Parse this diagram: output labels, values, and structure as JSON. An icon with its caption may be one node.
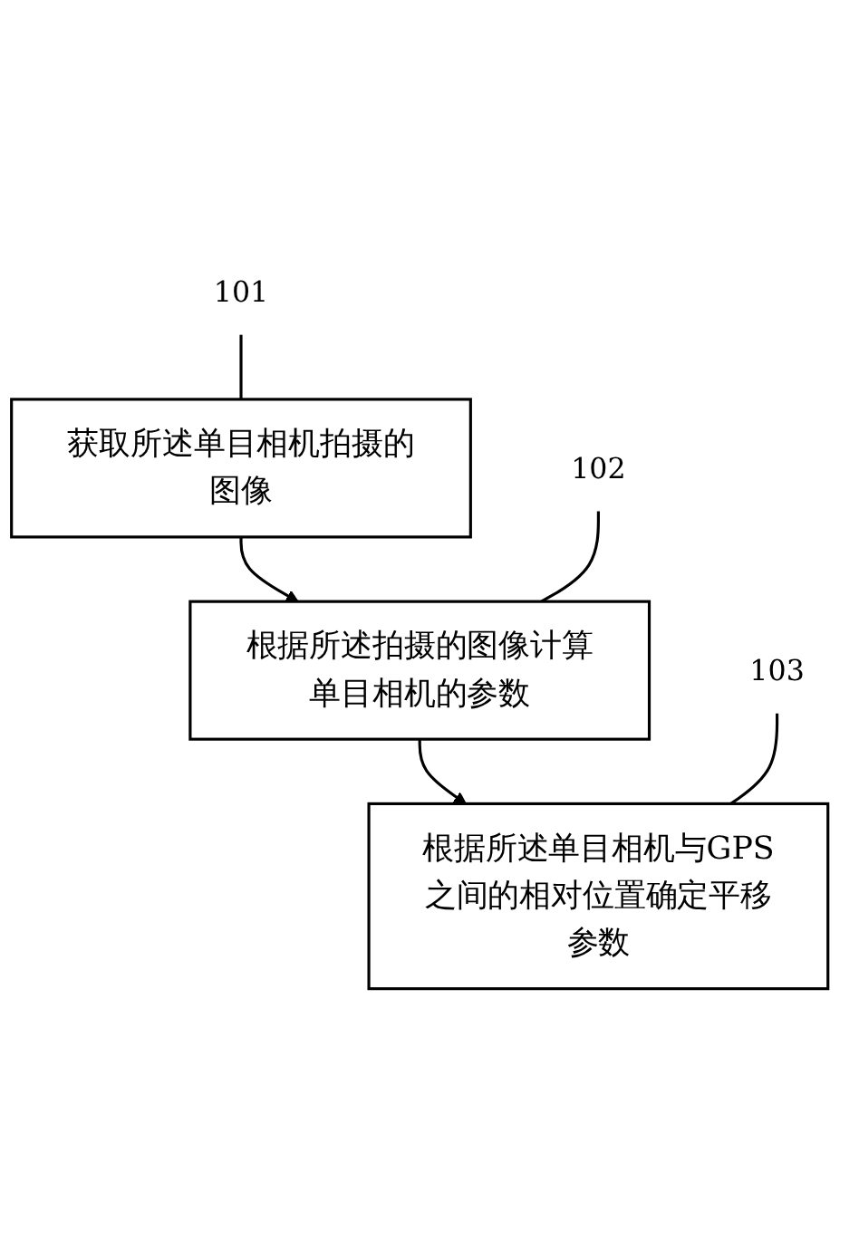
{
  "diagram": {
    "nodes": [
      {
        "text": [
          "101"
        ]
      },
      {
        "text": [
          "获取所述单目相机拍摄的图像"
        ]
      },
      {
        "text": [
          "102"
        ]
      },
      {
        "text": [
          "根据所述拍摄的图像计算单目相机的参数"
        ]
      },
      {
        "text": [
          "103"
        ]
      },
      {
        "text": [
          "根据所述单目相机与GPS之间的相对位置确定平移参数"
        ]
      }
    ],
    "edges": [
      {
        "from": 0,
        "to": 1,
        "arrow": "none"
      },
      {
        "from": 1,
        "to": 3,
        "arrow": "to"
      },
      {
        "from": 2,
        "to": 3,
        "arrow": "none"
      },
      {
        "from": 3,
        "to": 5,
        "arrow": "to"
      },
      {
        "from": 4,
        "to": 5,
        "arrow": "none"
      }
    ]
  }
}
